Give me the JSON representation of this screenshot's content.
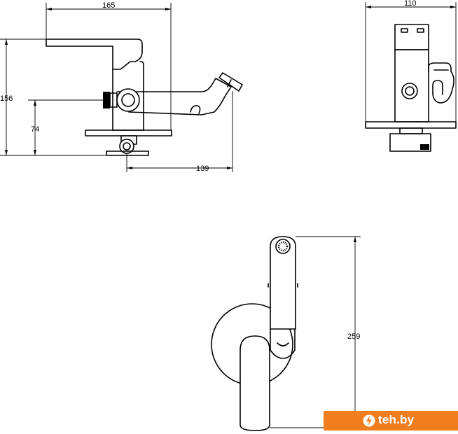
{
  "dimensions": {
    "top_width": "165",
    "total_height": "156",
    "inlet_height": "74",
    "spout_reach": "139",
    "side_width": "110",
    "spray_length": "259"
  },
  "watermark": {
    "brand": "teh.by"
  }
}
